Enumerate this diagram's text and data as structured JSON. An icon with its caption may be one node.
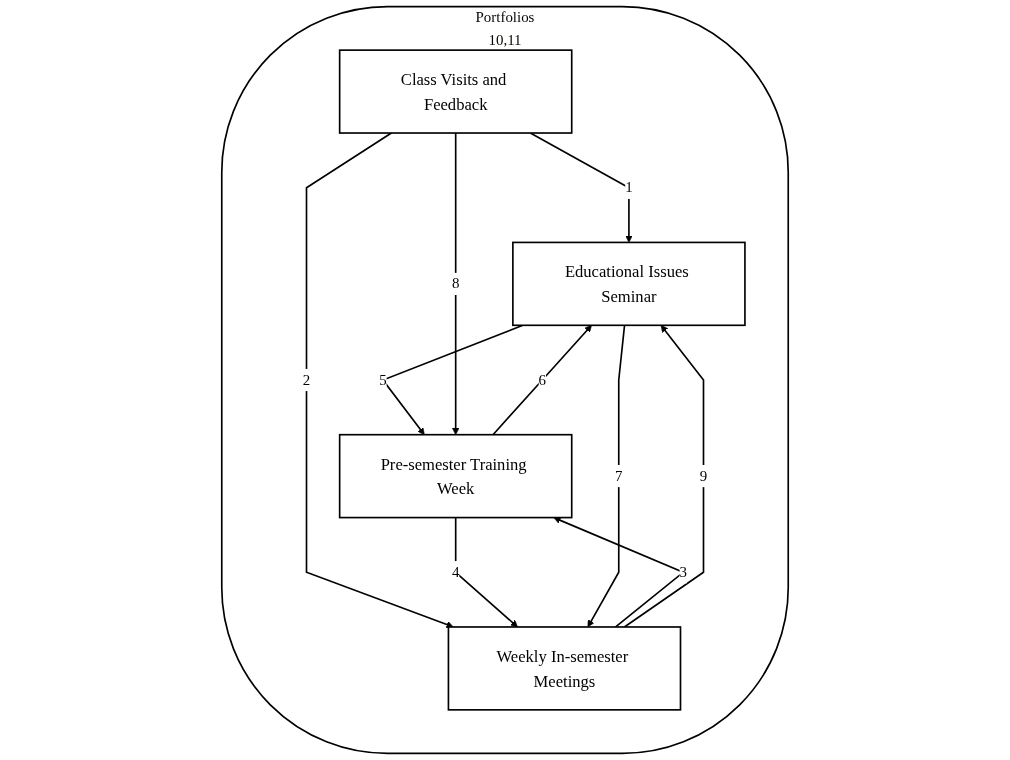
{
  "diagram": {
    "nodes": [
      {
        "text": [
          "Portfolios",
          "10,11"
        ]
      },
      {
        "text": [
          "Educational Issues Seminar"
        ],
        "in": 0
      },
      {
        "text": [
          "Class Visits and Feedback"
        ],
        "in": 0
      },
      {
        "text": [
          "Pre-semester Training Week"
        ],
        "in": 0
      },
      {
        "text": [
          "Weekly In-semester Meetings"
        ],
        "in": 0
      }
    ],
    "edges": [
      {
        "from": 2,
        "to": 1,
        "arrow": "to",
        "label": "1"
      },
      {
        "from": 2,
        "to": 4,
        "arrow": "to",
        "label": "2"
      },
      {
        "from": 4,
        "to": 3,
        "arrow": "to",
        "label": "3"
      },
      {
        "from": 3,
        "to": 4,
        "arrow": "to",
        "label": "4"
      },
      {
        "from": 1,
        "to": 3,
        "arrow": "to",
        "label": "5"
      },
      {
        "from": 3,
        "to": 1,
        "arrow": "to",
        "label": "6"
      },
      {
        "from": 1,
        "to": 4,
        "arrow": "to",
        "label": "7"
      },
      {
        "from": 2,
        "to": 3,
        "arrow": "to",
        "label": "8"
      },
      {
        "from": 4,
        "to": 1,
        "arrow": "to",
        "label": "9"
      }
    ]
  }
}
